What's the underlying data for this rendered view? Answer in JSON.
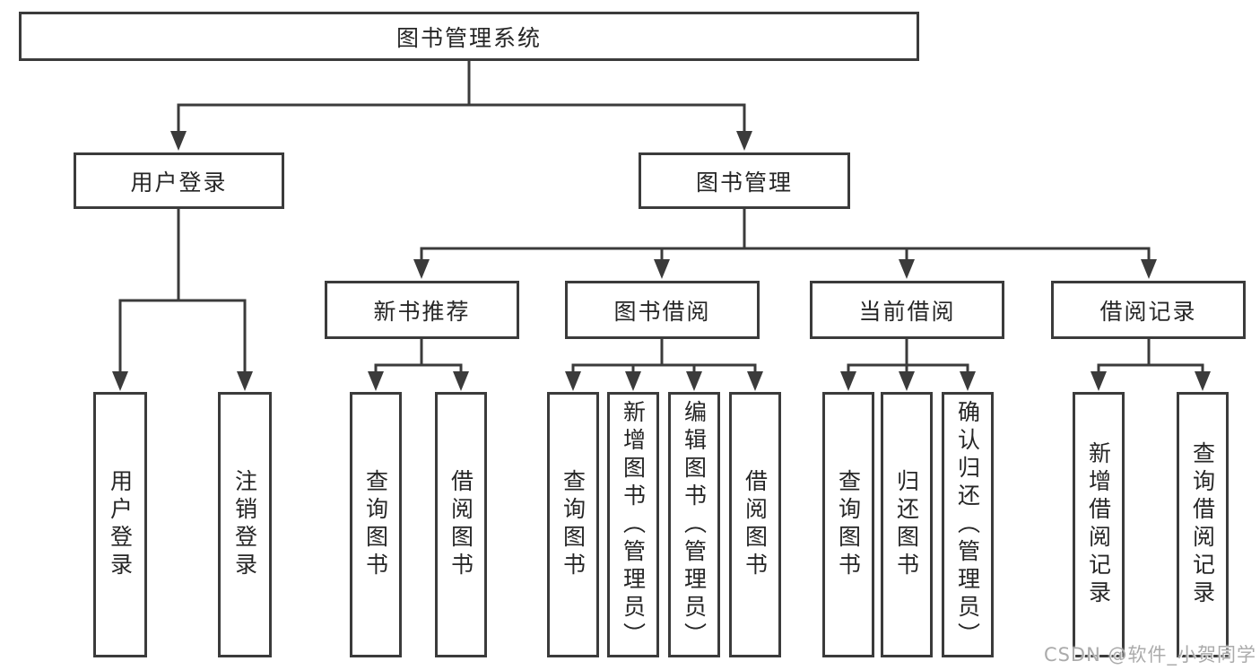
{
  "tree": {
    "label": "图书管理系统",
    "children": [
      {
        "label": "用户登录",
        "children": [
          {
            "label": "用户登录"
          },
          {
            "label": "注销登录"
          }
        ]
      },
      {
        "label": "图书管理",
        "children": [
          {
            "label": "新书推荐",
            "children": [
              {
                "label": "查询图书"
              },
              {
                "label": "借阅图书"
              }
            ]
          },
          {
            "label": "图书借阅",
            "children": [
              {
                "label": "查询图书"
              },
              {
                "label": "新增图书（管理员）"
              },
              {
                "label": "编辑图书（管理员）"
              },
              {
                "label": "借阅图书"
              }
            ]
          },
          {
            "label": "当前借阅",
            "children": [
              {
                "label": "查询图书"
              },
              {
                "label": "归还图书"
              },
              {
                "label": "确认归还（管理员）"
              }
            ]
          },
          {
            "label": "借阅记录",
            "children": [
              {
                "label": "新增借阅记录"
              },
              {
                "label": "查询借阅记录"
              }
            ]
          }
        ]
      }
    ]
  },
  "watermark": {
    "text": "CSDN @软件_小贺同学"
  },
  "colors": {
    "line": "#3b3b3b",
    "box_border": "#3b3b3b",
    "box_fill": "#ffffff",
    "text": "#262626",
    "watermark": "#ababab",
    "background": "#ffffff"
  }
}
